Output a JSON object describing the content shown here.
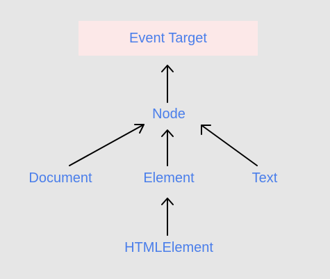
{
  "diagram": {
    "colors": {
      "background": "#e6e6e6",
      "label": "#4a7eea",
      "arrow": "#000000",
      "root_fill": "#fce8e8"
    },
    "nodes": {
      "event_target": "Event Target",
      "node": "Node",
      "document": "Document",
      "element": "Element",
      "text": "Text",
      "html_element": "HTMLElement"
    },
    "edges": [
      {
        "from": "node",
        "to": "event_target"
      },
      {
        "from": "document",
        "to": "node"
      },
      {
        "from": "element",
        "to": "node"
      },
      {
        "from": "text",
        "to": "node"
      },
      {
        "from": "html_element",
        "to": "element"
      }
    ]
  }
}
